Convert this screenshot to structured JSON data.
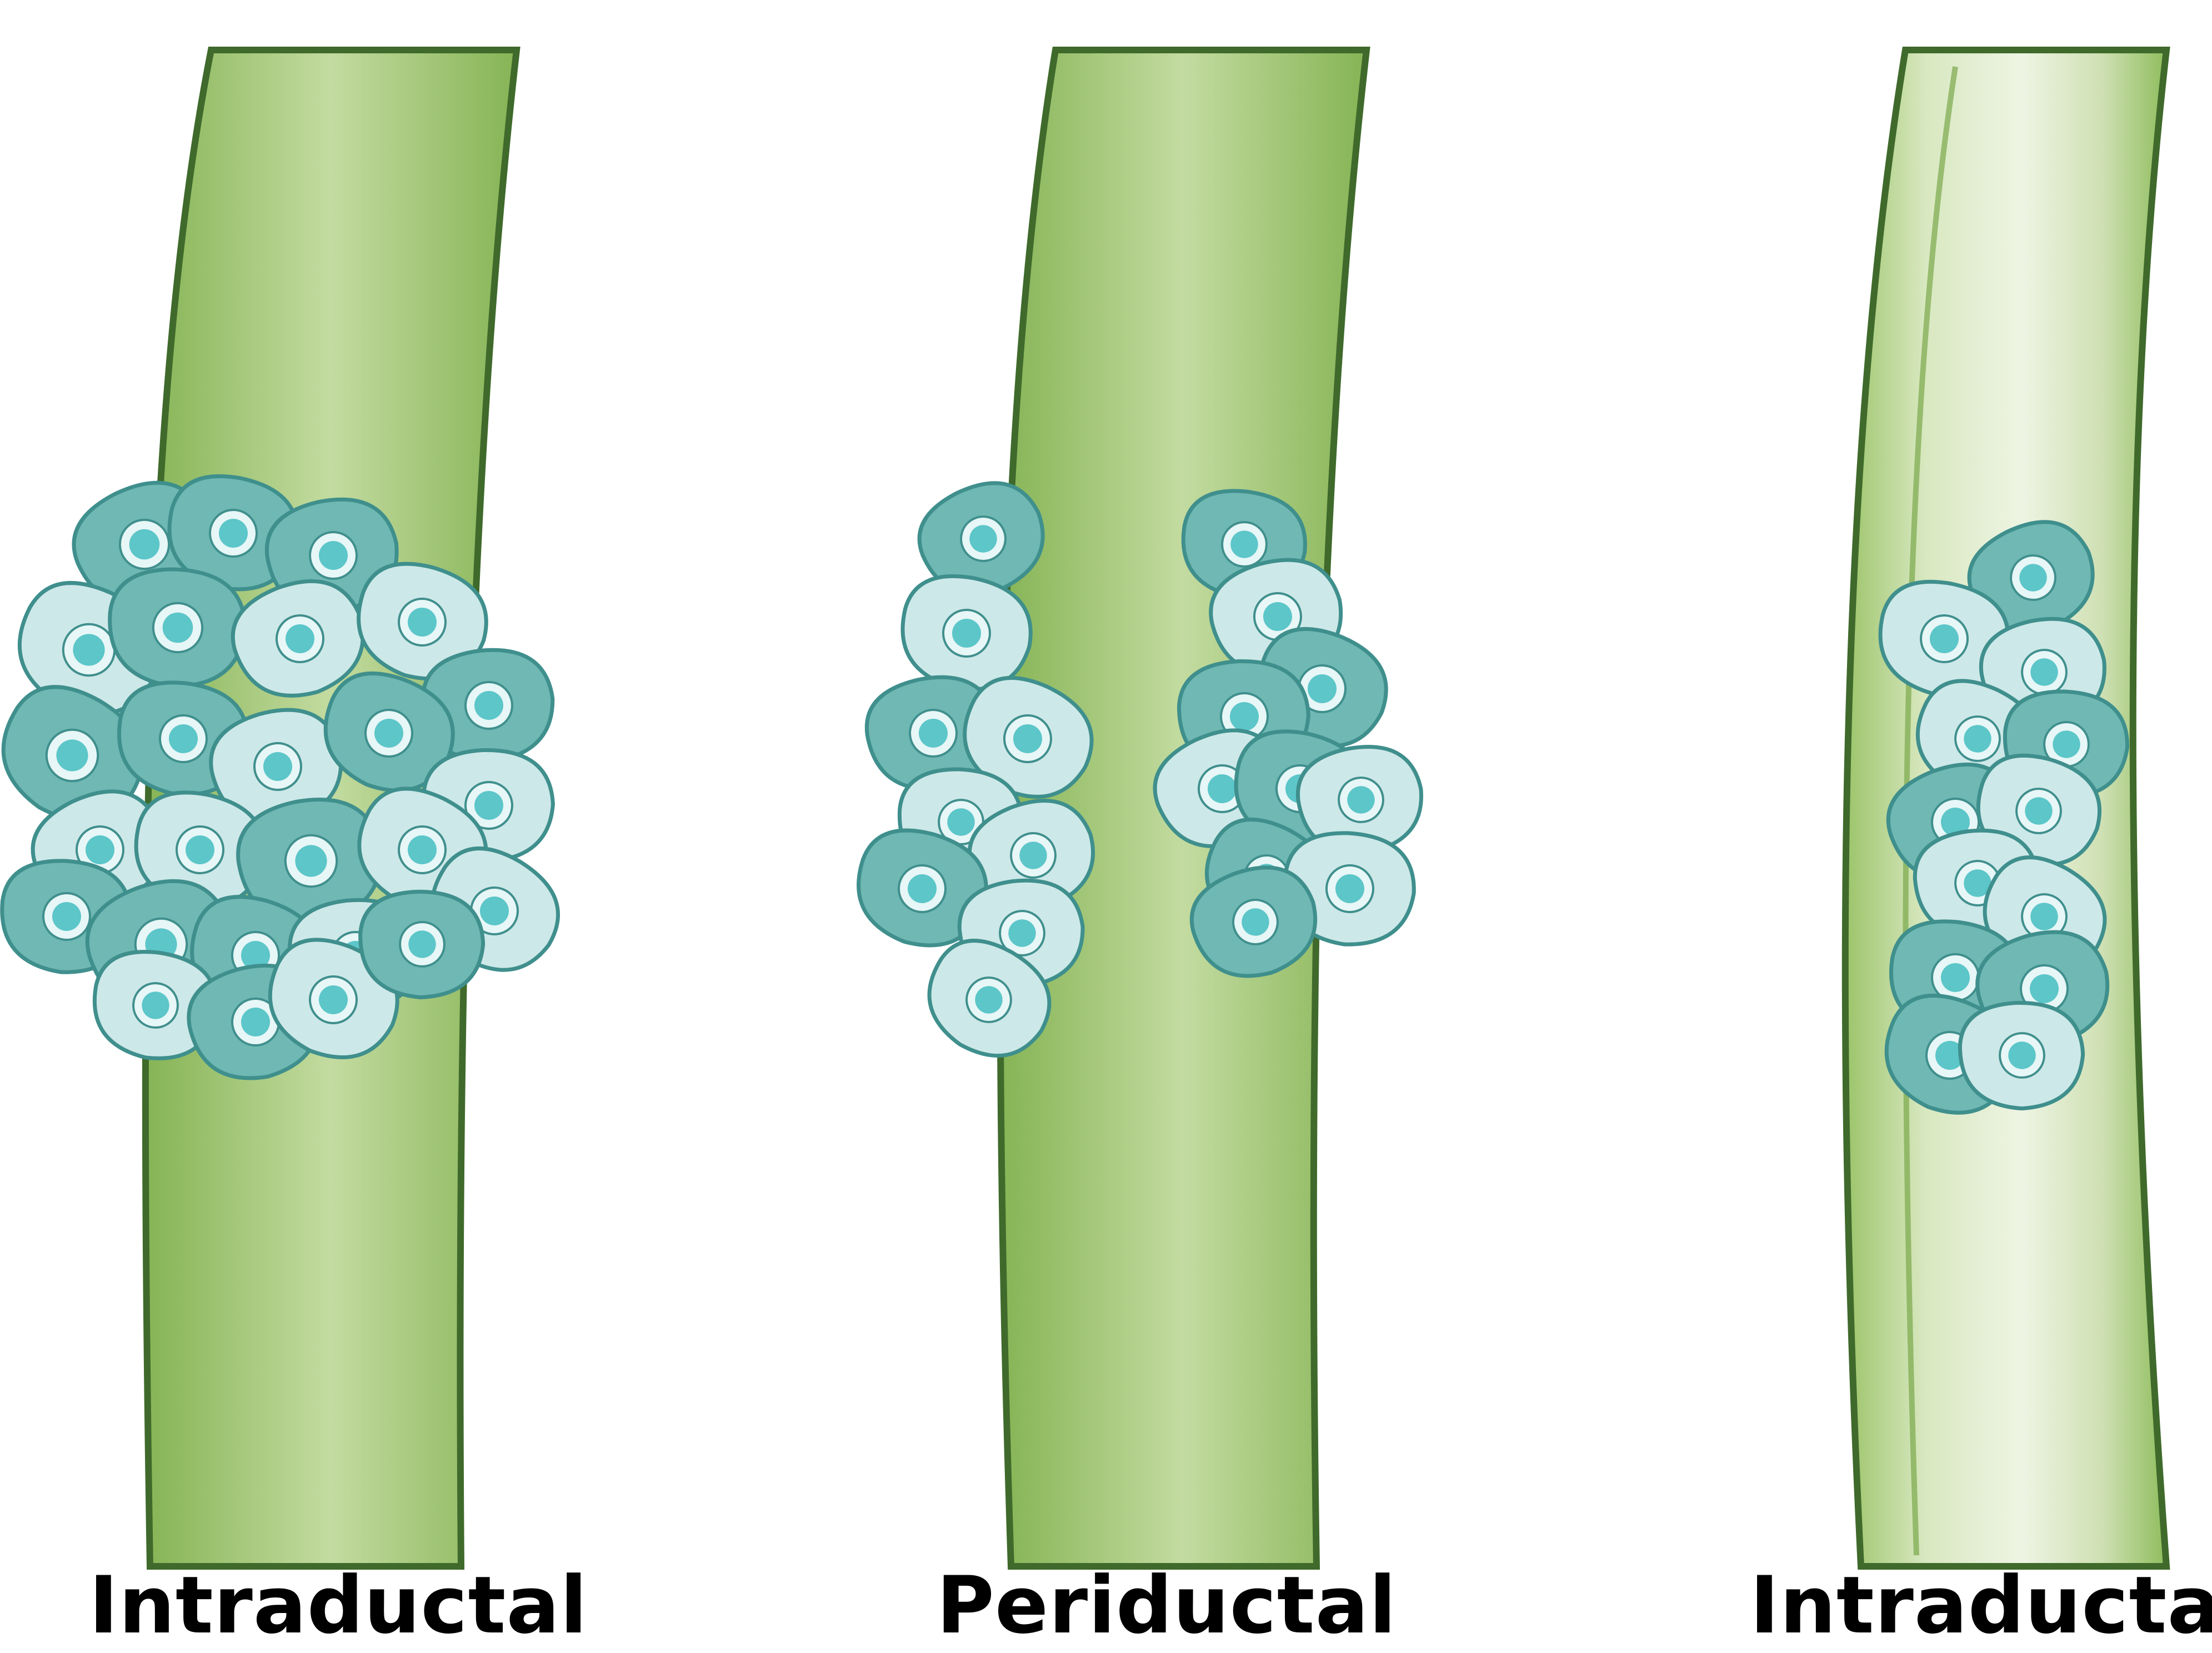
{
  "labels": {
    "panel1": "Intraductal",
    "panel2": "Periductal",
    "panel3": "Intraductal"
  },
  "colors": {
    "duct_fill": "#9cc46a",
    "duct_highlight": "#c3dba0",
    "duct_outline": "#3f6a2b",
    "duct_pale_fill": "#cfe3b2",
    "cell_dark": "#6fb8b3",
    "cell_light": "#cde8e8",
    "cell_outline": "#3f8f8d",
    "nucleus": "#5cc6c9",
    "nucleus_ring": "#e7f6f6"
  },
  "icons": {
    "panel1": "duct-with-cell-cluster-icon",
    "panel2": "duct-with-flanking-cells-icon",
    "panel3": "pale-duct-with-inner-cells-icon"
  }
}
